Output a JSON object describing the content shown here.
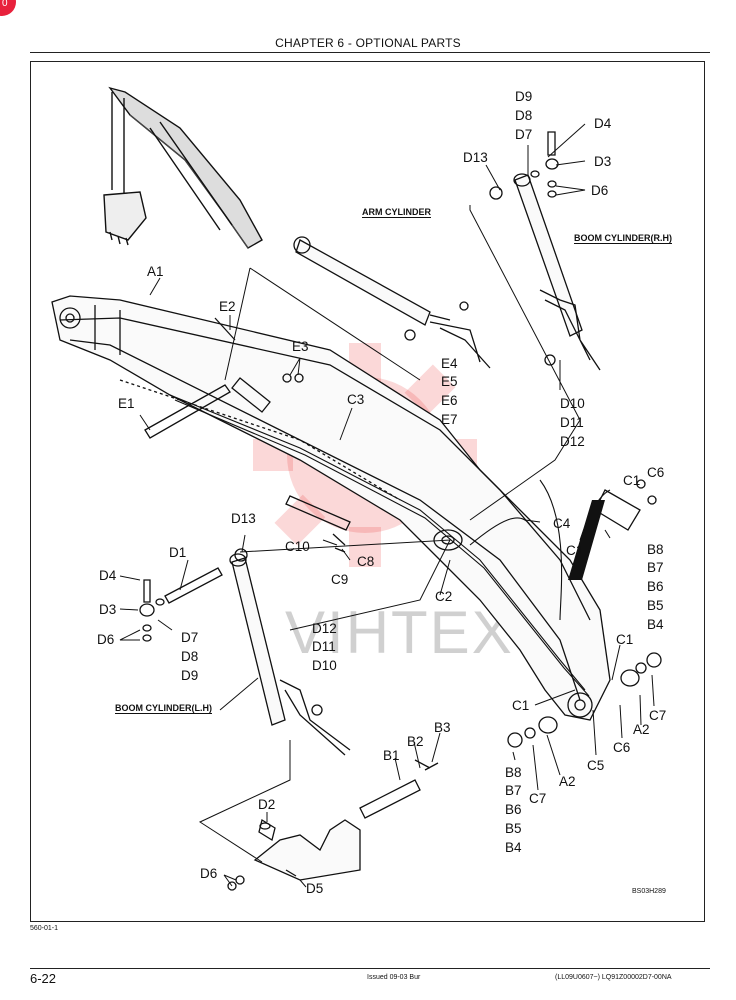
{
  "page": {
    "header": "CHAPTER 6 - OPTIONAL PARTS",
    "doc_code": "560-01-1",
    "footer_page": "6-22",
    "footer_issue": "Issued 09-03   Bur",
    "footer_ref": "(LL09U0607~)   LQ91Z00002D7-00NA",
    "corner_badge": "0"
  },
  "diagram": {
    "figure_code": "BS03H289",
    "watermark": "VIHTEX",
    "callouts": {
      "arm_cylinder": "ARM CYLINDER",
      "boom_cyl_rh": "BOOM CYLINDER(R.H)",
      "boom_cyl_lh": "BOOM CYLINDER(L.H)"
    },
    "labels": {
      "d9a": "D9",
      "d8a": "D8",
      "d7a": "D7",
      "d4a": "D4",
      "d3a": "D3",
      "d6a": "D6",
      "d13a": "D13",
      "a1": "A1",
      "e2": "E2",
      "e3": "E3",
      "e1": "E1",
      "e4": "E4",
      "e5": "E5",
      "e6": "E6",
      "e7": "E7",
      "c3": "C3",
      "d10a": "D10",
      "d11a": "D11",
      "d12a": "D12",
      "c1a": "C1",
      "c6a": "C6",
      "c4": "C4",
      "c1b": "C1",
      "b8a": "B8",
      "b7a": "B7",
      "b6a": "B6",
      "b5a": "B5",
      "b4a": "B4",
      "d13b": "D13",
      "d1": "D1",
      "c10": "C10",
      "c8": "C8",
      "c9": "C9",
      "c2": "C2",
      "d4b": "D4",
      "d3b": "D3",
      "d6b": "D6",
      "d7b": "D7",
      "d8b": "D8",
      "d9b": "D9",
      "d12b": "D12",
      "d11b": "D11",
      "d10b": "D10",
      "c1c": "C1",
      "c1d": "C1",
      "a2a": "A2",
      "c7a": "C7",
      "c6b": "C6",
      "b3": "B3",
      "b2": "B2",
      "b1": "B1",
      "b8b": "B8",
      "b7b": "B7",
      "b6b": "B6",
      "b5b": "B5",
      "b4b": "B4",
      "c7b": "C7",
      "a2b": "A2",
      "c5": "C5",
      "d2": "D2",
      "d6c": "D6",
      "d5": "D5"
    }
  }
}
